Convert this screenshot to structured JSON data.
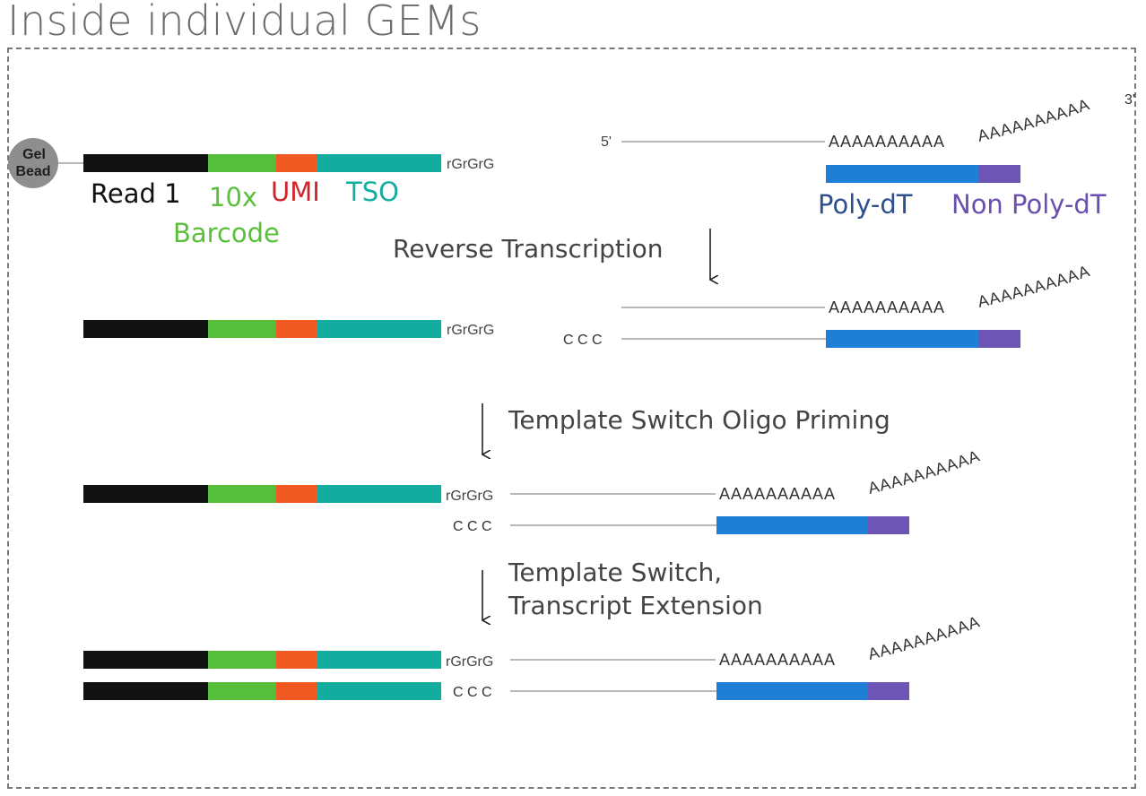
{
  "title": "Inside individual GEMs",
  "colors": {
    "read1": "#111111",
    "barcode": "#55bf3b",
    "umi": "#f05a22",
    "tso": "#13ada0",
    "polydt": "#1f7fd4",
    "nonpolydt": "#6d55b5",
    "strand": "#b8b8b8",
    "text_dark": "#444444",
    "label_read1": "#111111",
    "label_barcode": "#5bbf3c",
    "label_umi": "#d1242a",
    "label_tso": "#14ada0",
    "label_polydt": "#2b4f8f",
    "label_nonpolydt": "#6a4fb0"
  },
  "gel_bead": {
    "line1": "Gel",
    "line2": "Bead"
  },
  "labels": {
    "read1": "Read 1",
    "barcode_line1": "10x",
    "barcode_line2": "Barcode",
    "umi": "UMI",
    "tso": "TSO",
    "polydt": "Poly-dT",
    "nonpolydt": "Non Poly-dT"
  },
  "seq": {
    "rgrgrg": "rGrGrG",
    "ccc": "C C C",
    "five_prime": "5'",
    "polyA": "AAAAAAAAAA",
    "polyA_tail": "AAAAAAAAAA",
    "three_prime": "3'"
  },
  "steps": {
    "reverse_transcription": "Reverse Transcription",
    "tso_priming": "Template Switch Oligo Priming",
    "template_switch_line1": "Template Switch,",
    "template_switch_line2": "Transcript Extension"
  }
}
